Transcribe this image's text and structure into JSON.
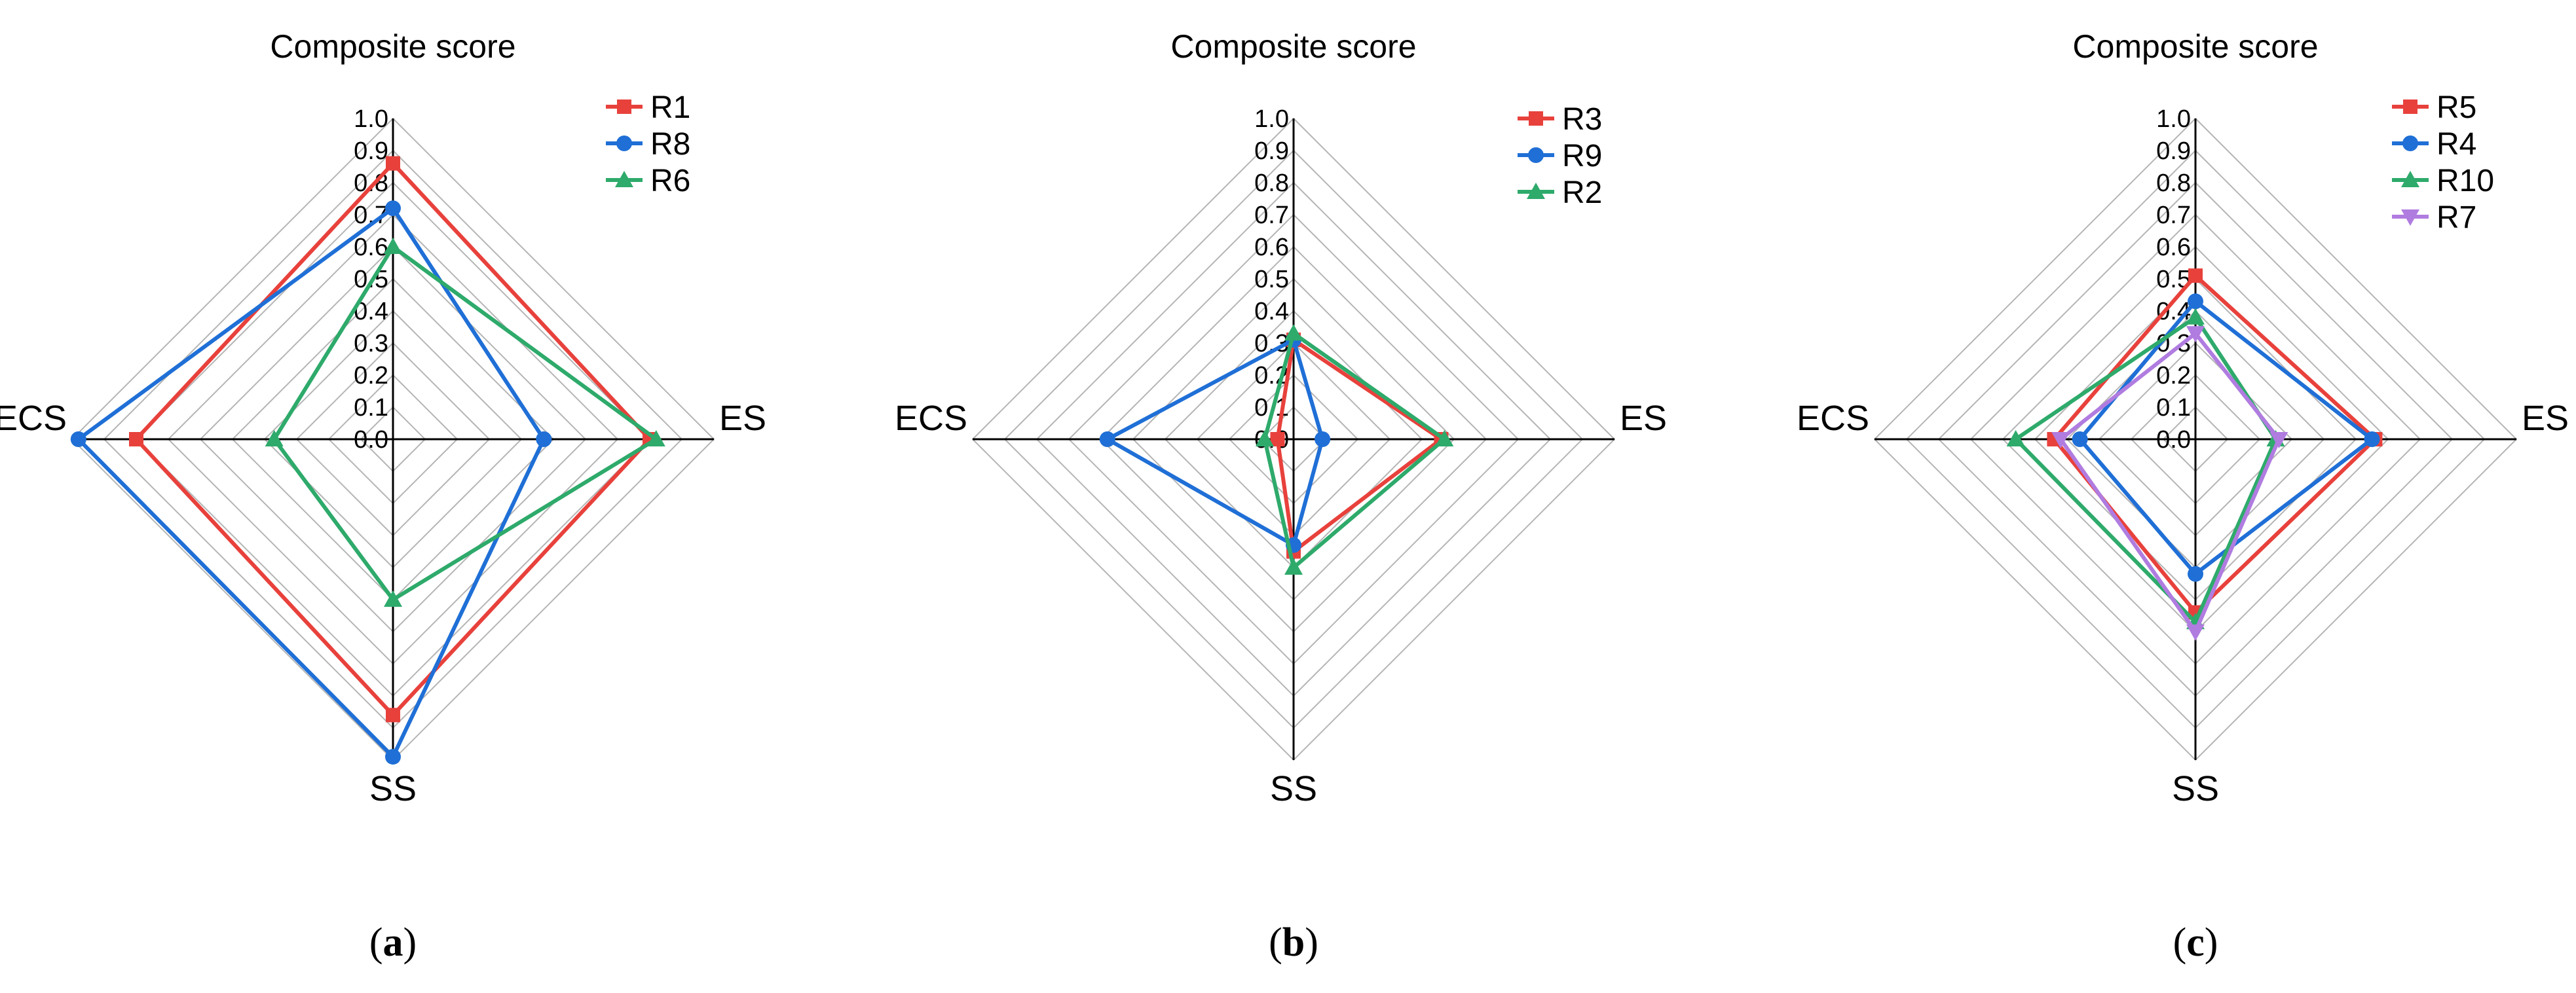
{
  "chart_data": [
    {
      "type": "radar",
      "panel": "a",
      "caption": {
        "open": "(",
        "letter": "a",
        "close": ")"
      },
      "title": "Composite score",
      "axes": [
        "Composite score",
        "ES",
        "SS",
        "ECS"
      ],
      "axis_labels": {
        "top": "",
        "right": "ES",
        "bottom": "SS",
        "left": "ECS"
      },
      "range": [
        0,
        1.0
      ],
      "ticks": [
        "0.0",
        "0.1",
        "0.2",
        "0.3",
        "0.4",
        "0.5",
        "0.6",
        "0.7",
        "0.8",
        "0.9",
        "1.0"
      ],
      "legend_position": "top-right",
      "series": [
        {
          "name": "R1",
          "color": "#E8413C",
          "marker": "square",
          "values": [
            0.86,
            0.8,
            0.86,
            0.8
          ]
        },
        {
          "name": "R8",
          "color": "#1F6FD6",
          "marker": "circle",
          "values": [
            0.72,
            0.47,
            0.99,
            0.98
          ]
        },
        {
          "name": "R6",
          "color": "#2EAA6B",
          "marker": "triangle",
          "values": [
            0.6,
            0.82,
            0.5,
            0.37
          ]
        }
      ]
    },
    {
      "type": "radar",
      "panel": "b",
      "caption": {
        "open": "(",
        "letter": "b",
        "close": ")"
      },
      "title": "Composite score",
      "axes": [
        "Composite score",
        "ES",
        "SS",
        "ECS"
      ],
      "axis_labels": {
        "top": "",
        "right": "ES",
        "bottom": "SS",
        "left": "ECS"
      },
      "range": [
        0,
        1.0
      ],
      "ticks": [
        "0.0",
        "0.1",
        "0.2",
        "0.3",
        "0.4",
        "0.5",
        "0.6",
        "0.7",
        "0.8",
        "0.9",
        "1.0"
      ],
      "legend_position": "top-right",
      "series": [
        {
          "name": "R3",
          "color": "#E8413C",
          "marker": "square",
          "values": [
            0.31,
            0.46,
            0.35,
            0.05
          ]
        },
        {
          "name": "R9",
          "color": "#1F6FD6",
          "marker": "circle",
          "values": [
            0.31,
            0.09,
            0.33,
            0.58
          ]
        },
        {
          "name": "R2",
          "color": "#2EAA6B",
          "marker": "triangle",
          "values": [
            0.33,
            0.47,
            0.4,
            0.09
          ]
        }
      ]
    },
    {
      "type": "radar",
      "panel": "c",
      "caption": {
        "open": "(",
        "letter": "c",
        "close": ")"
      },
      "title": "Composite score",
      "axes": [
        "Composite score",
        "ES",
        "SS",
        "ECS"
      ],
      "axis_labels": {
        "top": "",
        "right": "ES",
        "bottom": "SS",
        "left": "ECS"
      },
      "range": [
        0,
        1.0
      ],
      "ticks": [
        "0.0",
        "0.1",
        "0.2",
        "0.3",
        "0.4",
        "0.5",
        "0.6",
        "0.7",
        "0.8",
        "0.9",
        "1.0"
      ],
      "legend_position": "top-right",
      "series": [
        {
          "name": "R5",
          "color": "#E8413C",
          "marker": "square",
          "values": [
            0.51,
            0.56,
            0.54,
            0.44
          ]
        },
        {
          "name": "R4",
          "color": "#1F6FD6",
          "marker": "circle",
          "values": [
            0.43,
            0.55,
            0.42,
            0.36
          ]
        },
        {
          "name": "R10",
          "color": "#2EAA6B",
          "marker": "triangle",
          "values": [
            0.38,
            0.25,
            0.57,
            0.56
          ]
        },
        {
          "name": "R7",
          "color": "#B07CE0",
          "marker": "triangle-down",
          "values": [
            0.33,
            0.26,
            0.6,
            0.42
          ]
        }
      ]
    }
  ]
}
